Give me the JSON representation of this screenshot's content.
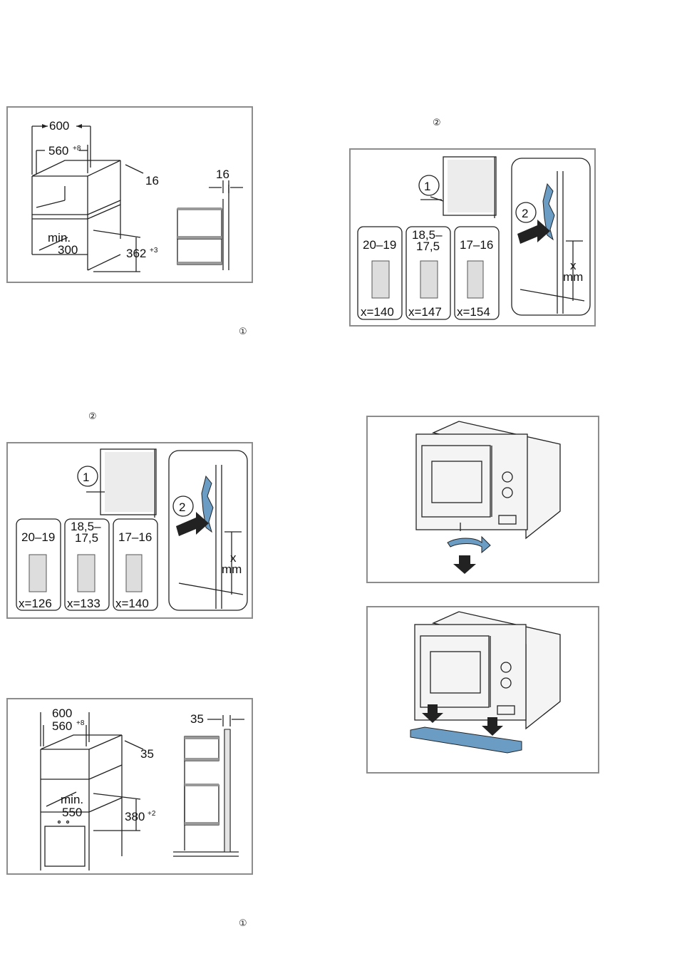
{
  "markers": {
    "circled_1": "①",
    "circled_2": "②"
  },
  "fig_a": {
    "width_outer": "600",
    "width_inner": "560",
    "width_inner_tol": "+8",
    "depth_top": "16",
    "min_label": "min.",
    "min_value": "300",
    "height_value": "362",
    "height_tol": "+3",
    "side_thickness": "16"
  },
  "fig_b": {
    "callout_1": "1",
    "callout_2": "2",
    "boards": [
      {
        "range": "20–19",
        "x": "x=140"
      },
      {
        "range": "18,5–\n17,5",
        "range_l1": "18,5–",
        "range_l2": "17,5",
        "x": "x=147"
      },
      {
        "range": "17–16",
        "x": "x=154"
      }
    ],
    "x_label": "x",
    "mm_label": "mm"
  },
  "fig_c": {
    "callout_1": "1",
    "callout_2": "2",
    "boards": [
      {
        "range": "20–19",
        "x": "x=126"
      },
      {
        "range_l1": "18,5–",
        "range_l2": "17,5",
        "x": "x=133"
      },
      {
        "range": "17–16",
        "x": "x=140"
      }
    ],
    "x_label": "x",
    "mm_label": "mm"
  },
  "fig_d": {
    "width_outer": "600",
    "width_inner": "560",
    "width_inner_tol": "+8",
    "depth_top": "35",
    "min_label": "min.",
    "min_value": "550",
    "height_value": "380",
    "height_tol": "+2",
    "side_thickness": "35"
  },
  "colors": {
    "frame": "#8c8c8c",
    "bracket_blue": "#6a9cc4",
    "line": "#222222",
    "hatch": "#555555"
  }
}
